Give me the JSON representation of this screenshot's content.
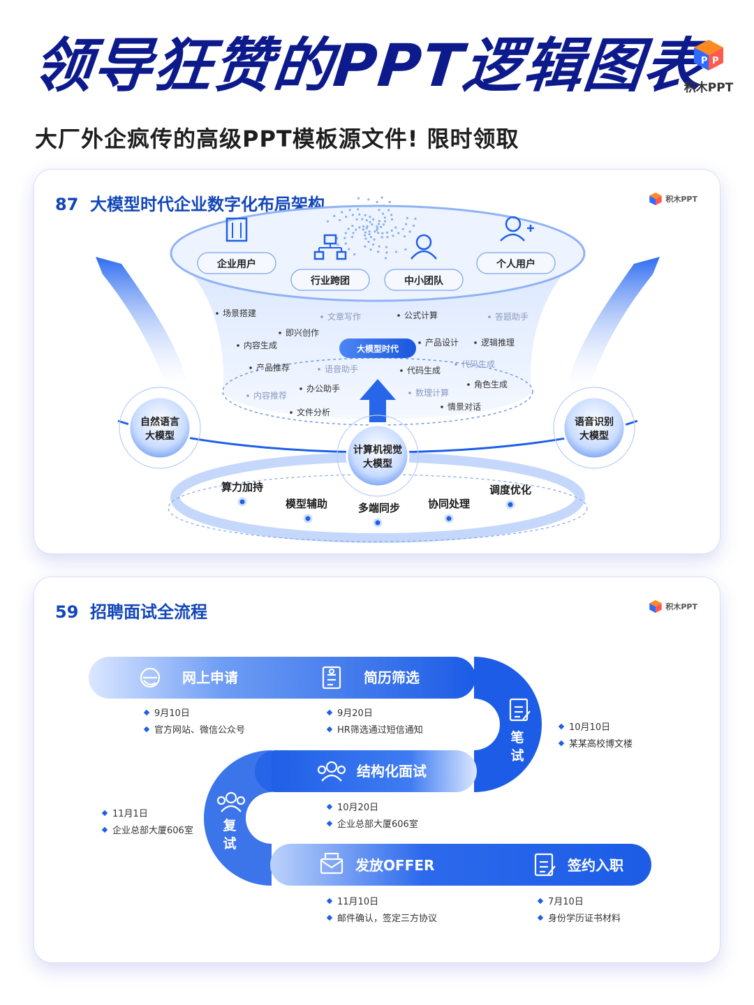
{
  "header": {
    "title": "领导狂赞的PPT逻辑图表",
    "subtitle": "大厂外企疯传的高级PPT模板源文件! 限时领取",
    "brand": "积木PPT",
    "brand_logo_letters": "PP"
  },
  "colors": {
    "title": "#0d1a8c",
    "accent": "#1a62e6",
    "accent_light": "#cfe0ff",
    "card_title": "#1246b8"
  },
  "card1": {
    "number": "87",
    "title": "大模型时代企业数字化布局架构",
    "brand": "积木PPT",
    "top_groups": [
      "企业用户",
      "行业跨团",
      "中小团队",
      "个人用户"
    ],
    "center_label": "大模型时代",
    "scenes": [
      "场景搭建",
      "文章写作",
      "公式计算",
      "答题助手",
      "即兴创作",
      "内容生成",
      "产品设计",
      "逻辑推理",
      "产品推荐",
      "语音助手",
      "代码生成",
      "代码生成",
      "办公助手",
      "角色生成",
      "内容推荐",
      "数理计算",
      "文件分析",
      "情景对话"
    ],
    "models": [
      "自然语言 大模型",
      "计算机视觉 大模型",
      "语音识别 大模型"
    ],
    "bottom": [
      "算力加持",
      "模型辅助",
      "多端同步",
      "协同处理",
      "调度优化"
    ]
  },
  "card2": {
    "number": "59",
    "title": "招聘面试全流程",
    "brand": "积木PPT",
    "steps": [
      {
        "label": "网上申请",
        "icon": "browser-e-icon",
        "date": "9月10日",
        "note": "官方网站、微信公众号"
      },
      {
        "label": "简历筛选",
        "icon": "resume-icon",
        "date": "9月20日",
        "note": "HR筛选通过短信通知"
      },
      {
        "label": "笔试",
        "icon": "exam-paper-icon",
        "date": "10月10日",
        "note": "某某高校博文楼"
      },
      {
        "label": "结构化面试",
        "icon": "team-icon",
        "date": "10月20日",
        "note": "企业总部大厦606室"
      },
      {
        "label": "复试",
        "icon": "interview-icon",
        "date": "11月1日",
        "note": "企业总部大厦606室"
      },
      {
        "label": "发放OFFER",
        "icon": "envelope-icon",
        "date": "11月10日",
        "note": "邮件确认，签定三方协议"
      },
      {
        "label": "签约入职",
        "icon": "contract-sign-icon",
        "date": "7月10日",
        "note": "身份学历证书材料"
      }
    ]
  }
}
